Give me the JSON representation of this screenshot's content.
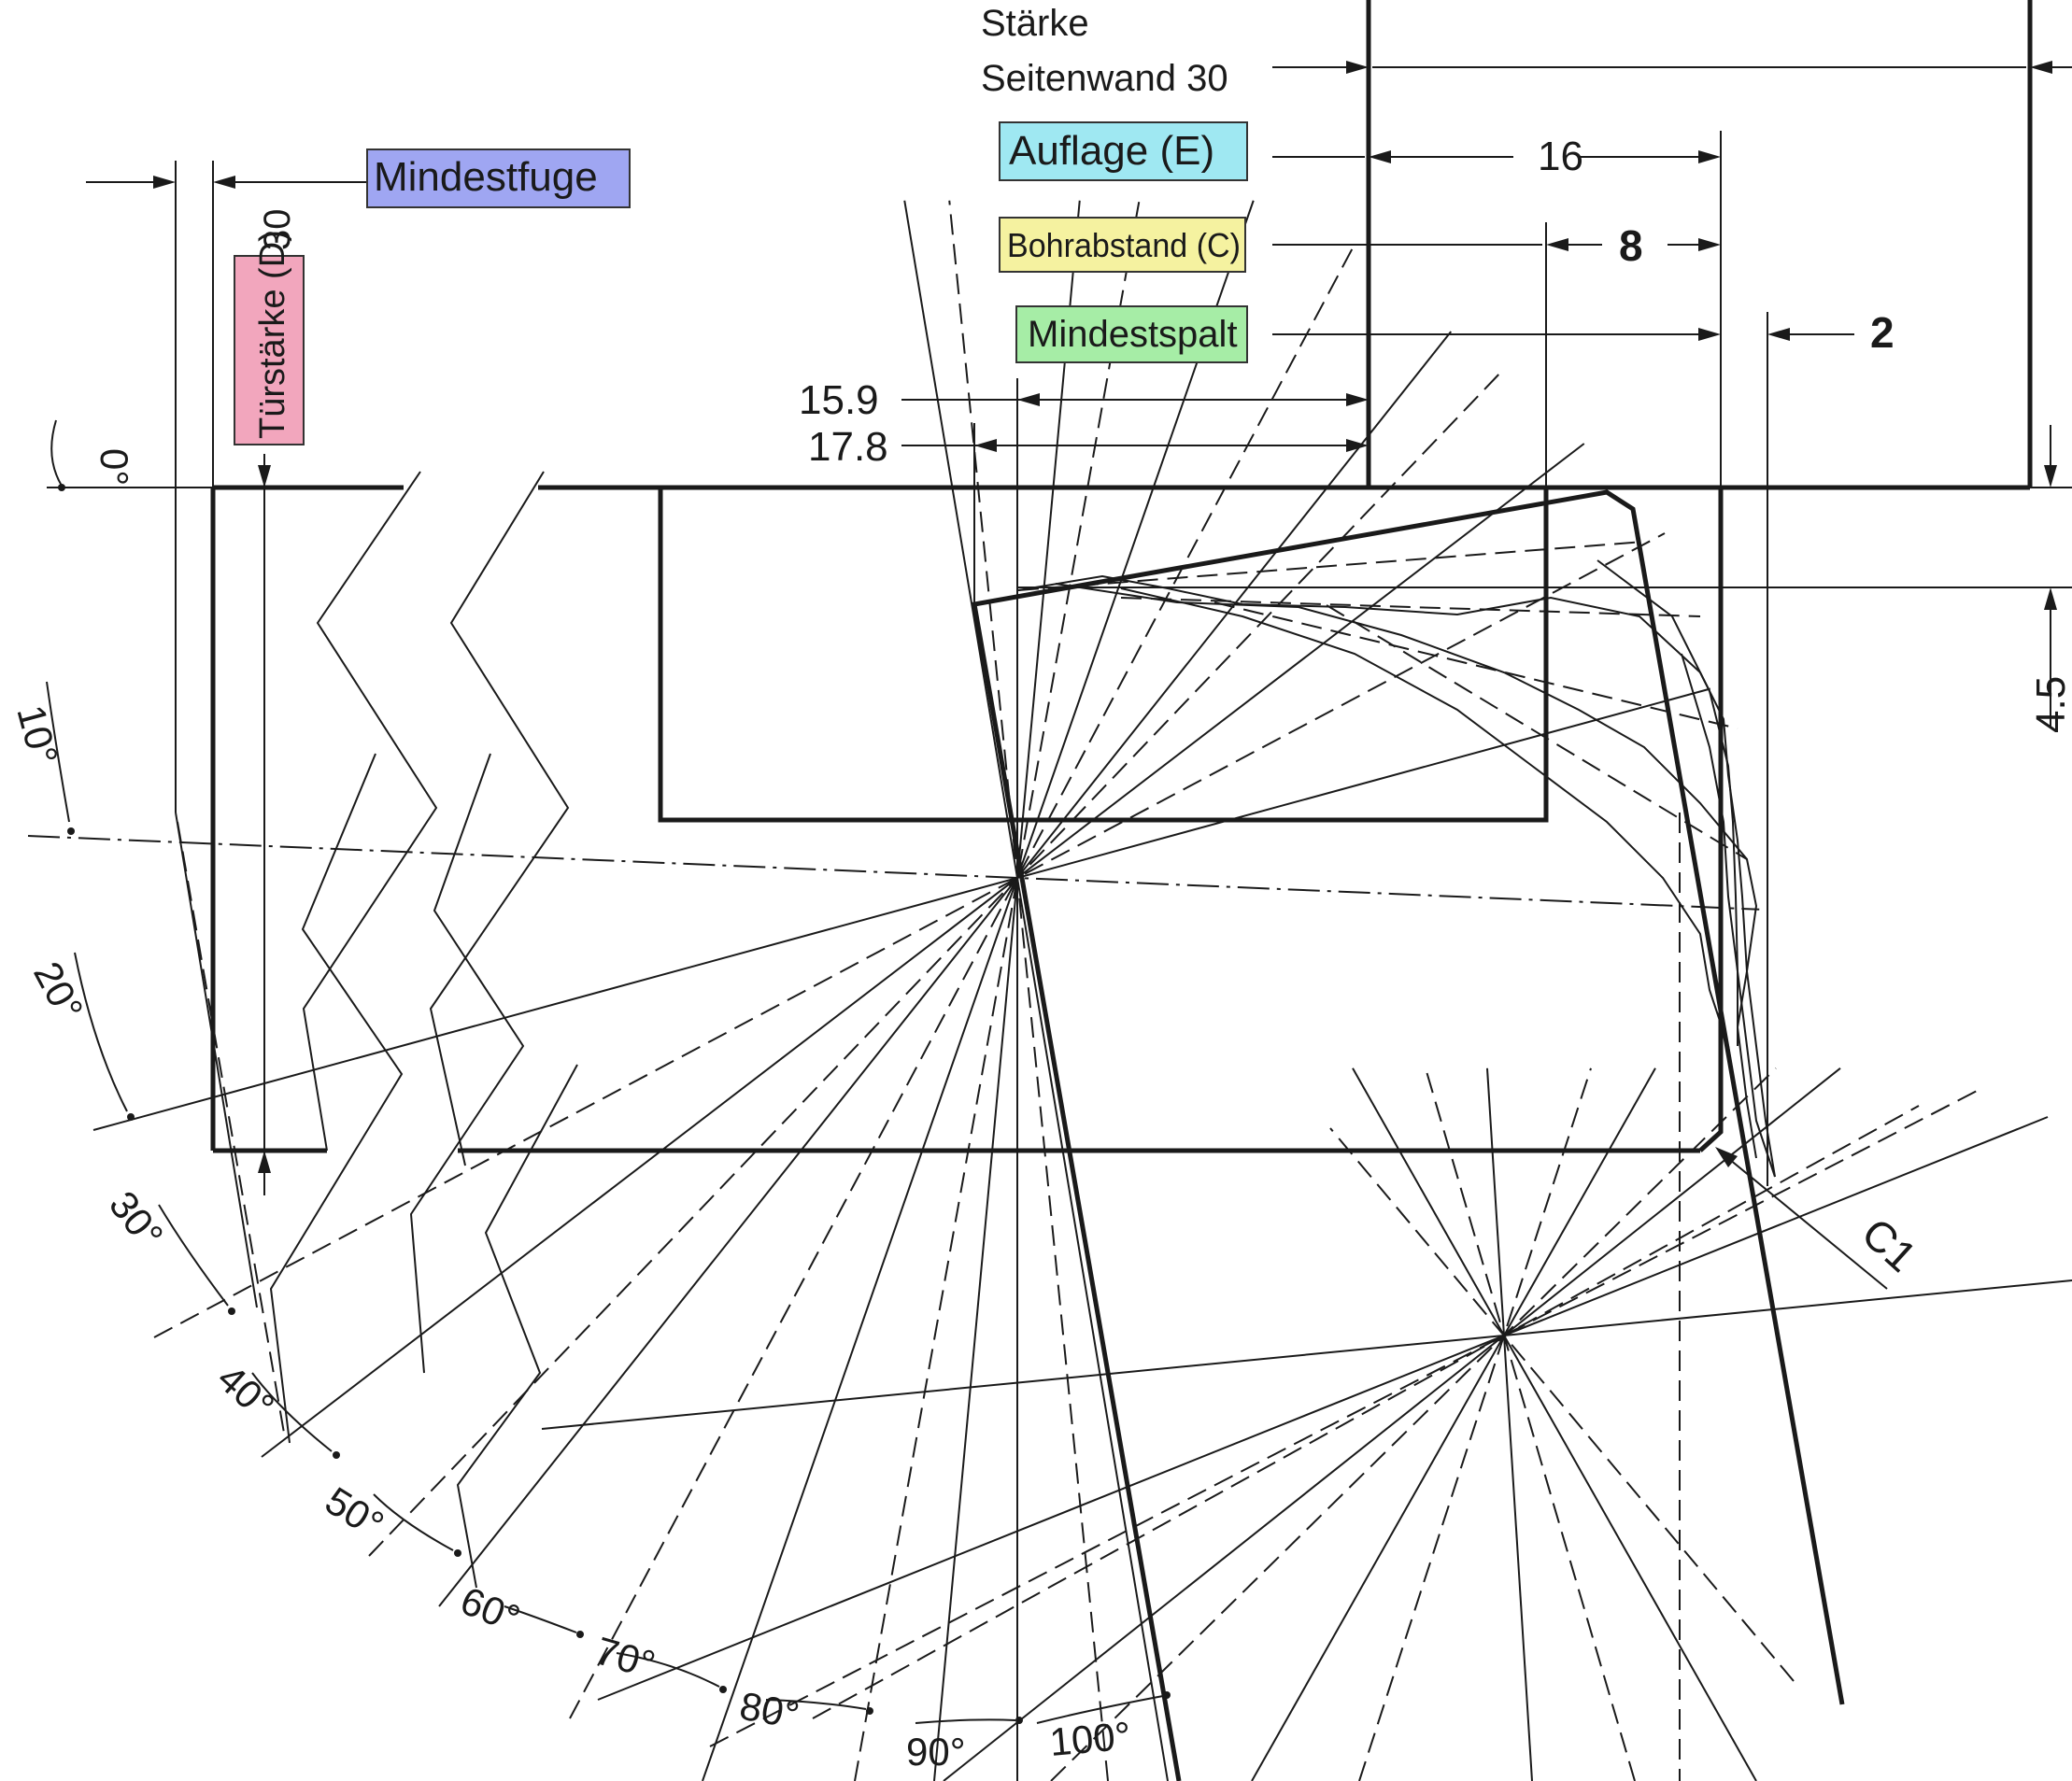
{
  "colors": {
    "mindestfuge": "#9fa6f2",
    "tuerstaerke": "#f2a6bd",
    "auflage": "#9fe8f2",
    "bohrabstand": "#f5f2a0",
    "mindestspalt": "#a6eda6",
    "line": "#1a1a1a"
  },
  "labels": {
    "staerke_line1": "Stärke",
    "staerke_line2": "Seitenwand 30",
    "mindestfuge": "Mindestfuge",
    "tuerstaerke": "Türstärke (D)",
    "tuerstaerke_value": "30",
    "auflage": "Auflage (E)",
    "bohrabstand": "Bohrabstand (C)",
    "mindestspalt": "Mindestspalt",
    "c1": "C1"
  },
  "dimensions": {
    "auflage": "16",
    "bohrabstand": "8",
    "mindestspalt": "2",
    "d159": "15.9",
    "d178": "17.8",
    "d45": "4.5"
  },
  "angles": [
    "0°",
    "10°",
    "20°",
    "30°",
    "40°",
    "50°",
    "60°",
    "70°",
    "80°",
    "90°",
    "100°"
  ]
}
